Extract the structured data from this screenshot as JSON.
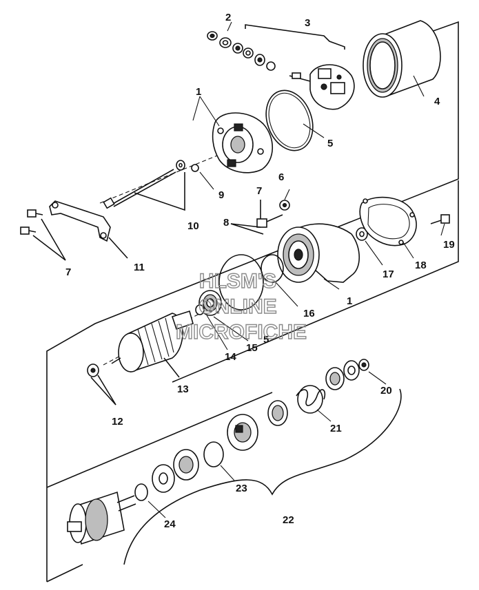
{
  "diagram": {
    "callouts": [
      "1",
      "2",
      "3",
      "4",
      "5",
      "6",
      "7",
      "8",
      "9",
      "10",
      "11",
      "7",
      "12",
      "13",
      "14",
      "15",
      "5",
      "16",
      "1",
      "17",
      "18",
      "19",
      "20",
      "21",
      "22",
      "23",
      "24"
    ],
    "watermark": [
      "HLSM'S",
      "ONLINE",
      "MICROFICHE"
    ]
  },
  "colors": {
    "ink": "#111111",
    "background": "#ffffff",
    "watermark": "#8a8a8a",
    "shade": "#bdbdbd"
  }
}
